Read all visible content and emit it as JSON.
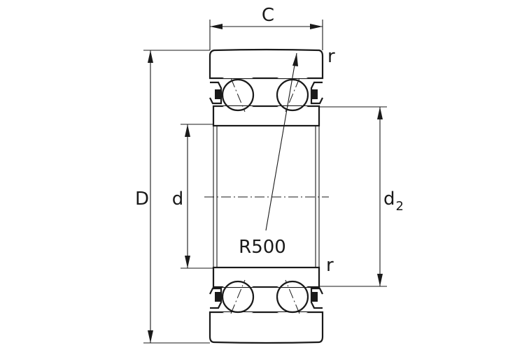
{
  "drawing": {
    "dimension_C": "C",
    "dimension_D": "D",
    "dimension_d": "d",
    "dimension_d2_main": "d",
    "dimension_d2_sub": "2",
    "radius_label": "R500",
    "corner_top": "r",
    "corner_bottom": "r"
  },
  "colors": {
    "line": "#1a1a1a",
    "background": "#ffffff"
  }
}
